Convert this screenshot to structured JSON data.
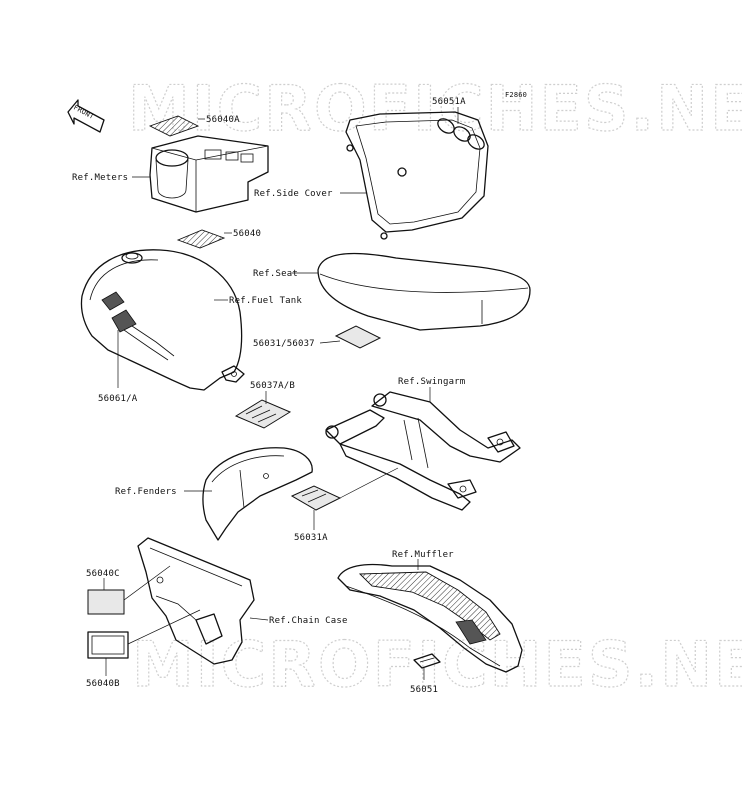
{
  "figure_code": "F2860",
  "front_label": "FRONT",
  "watermark": "MICROFICHES.NET",
  "parts": {
    "p56040A": "56040A",
    "p56051A": "56051A",
    "p56040": "56040",
    "p56031_56037": "56031/56037",
    "p56061A": "56061/A",
    "p56037AB": "56037A/B",
    "p56031A": "56031A",
    "p56040C": "56040C",
    "p56040B": "56040B",
    "p56051": "56051"
  },
  "refs": {
    "meters": "Ref.Meters",
    "side_cover": "Ref.Side Cover",
    "seat": "Ref.Seat",
    "fuel_tank": "Ref.Fuel Tank",
    "swingarm": "Ref.Swingarm",
    "fenders": "Ref.Fenders",
    "muffler": "Ref.Muffler",
    "chain_case": "Ref.Chain Case"
  }
}
